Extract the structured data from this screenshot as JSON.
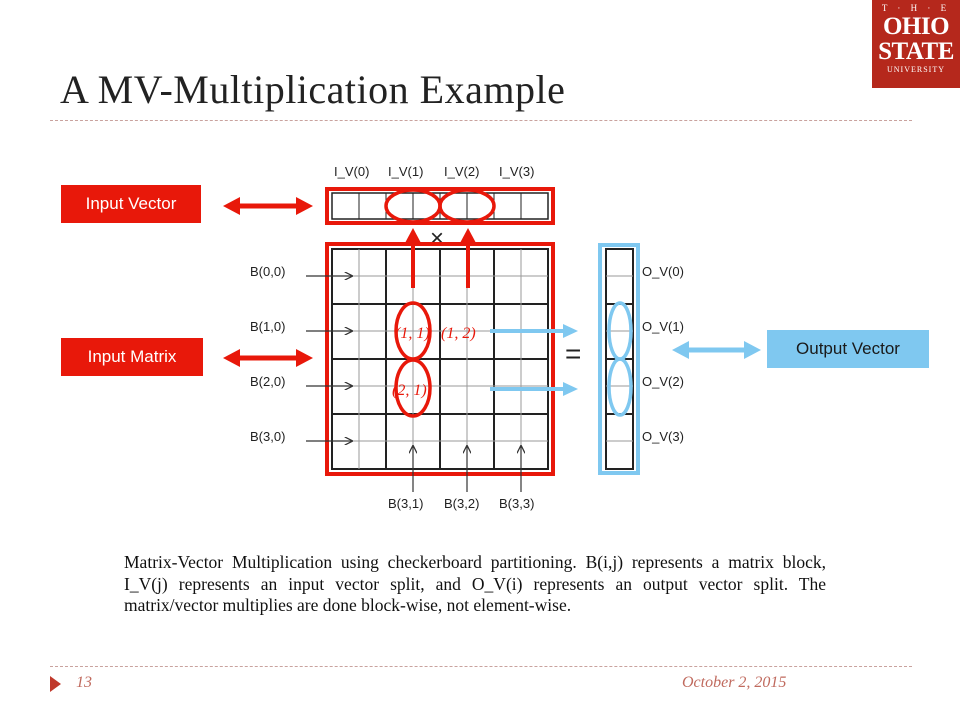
{
  "slide": {
    "title": "A MV-Multiplication Example",
    "page_number": "13",
    "date": "October 2, 2015",
    "caption": "Matrix-Vector Multiplication using checkerboard partitioning. B(i,j) represents a matrix block, I_V(j) represents an input vector split, and O_V(i) represents an output vector split. The matrix/vector multiplies are done block-wise, not element-wise."
  },
  "logo": {
    "the": "T · H · E",
    "ohio": "OHIO",
    "state": "STATE",
    "university": "UNIVERSITY"
  },
  "labels": {
    "input_vector": "Input Vector",
    "input_matrix": "Input Matrix",
    "output_vector": "Output Vector"
  },
  "diagram": {
    "input_vector_splits": [
      "I_V(0)",
      "I_V(1)",
      "I_V(2)",
      "I_V(3)"
    ],
    "row_blocks": [
      "B(0,0)",
      "B(1,0)",
      "B(2,0)",
      "B(3,0)"
    ],
    "bottom_blocks": [
      "B(3,1)",
      "B(3,2)",
      "B(3,3)"
    ],
    "output_splits": [
      "O_V(0)",
      "O_V(1)",
      "O_V(2)",
      "O_V(3)"
    ],
    "times_symbol": "×",
    "equals_symbol": "=",
    "highlights": [
      "(1, 1)",
      "(1, 2)",
      "(2, 1)"
    ]
  },
  "colors": {
    "red": "#e8180a",
    "blue": "#7fc8f0",
    "logo": "#b5281c"
  }
}
